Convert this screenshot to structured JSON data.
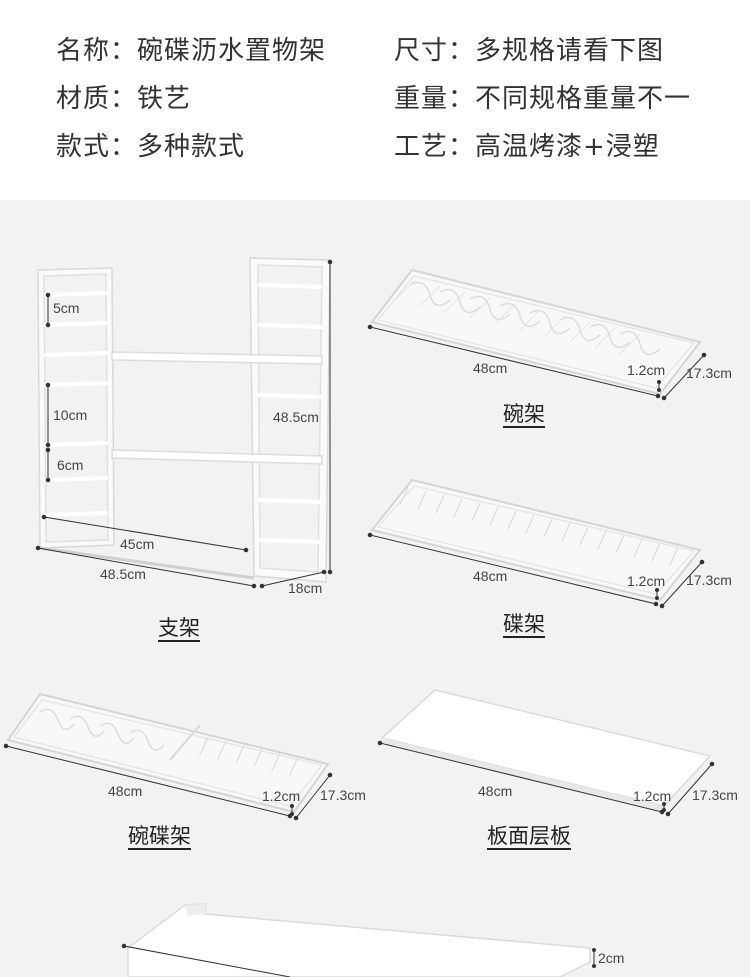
{
  "specs": {
    "name": "名称：碗碟沥水置物架",
    "size": "尺寸：多规格请看下图",
    "material": "材质：铁艺",
    "weight": "重量：不同规格重量不一",
    "style": "款式：多种款式",
    "craft": "工艺：高温烤漆+浸塑"
  },
  "products": {
    "stand": {
      "label": "支架",
      "dims": {
        "gap_top": "5cm",
        "gap_mid": "10cm",
        "gap_low": "6cm",
        "height": "48.5cm",
        "inner_width": "45cm",
        "outer_width": "48.5cm",
        "depth": "18cm"
      }
    },
    "bowl_rack": {
      "label": "碗架",
      "dims": {
        "length": "48cm",
        "height": "1.2cm",
        "depth": "17.3cm"
      }
    },
    "plate_rack": {
      "label": "碟架",
      "dims": {
        "length": "48cm",
        "height": "1.2cm",
        "depth": "17.3cm"
      }
    },
    "bowl_plate_rack": {
      "label": "碗碟架",
      "dims": {
        "length": "48cm",
        "height": "1.2cm",
        "depth": "17.3cm"
      }
    },
    "flat_shelf": {
      "label": "板面层板",
      "dims": {
        "length": "48cm",
        "height": "1.2cm",
        "depth": "17.3cm"
      }
    },
    "drip_tray": {
      "dims": {
        "height": "2cm"
      }
    }
  }
}
